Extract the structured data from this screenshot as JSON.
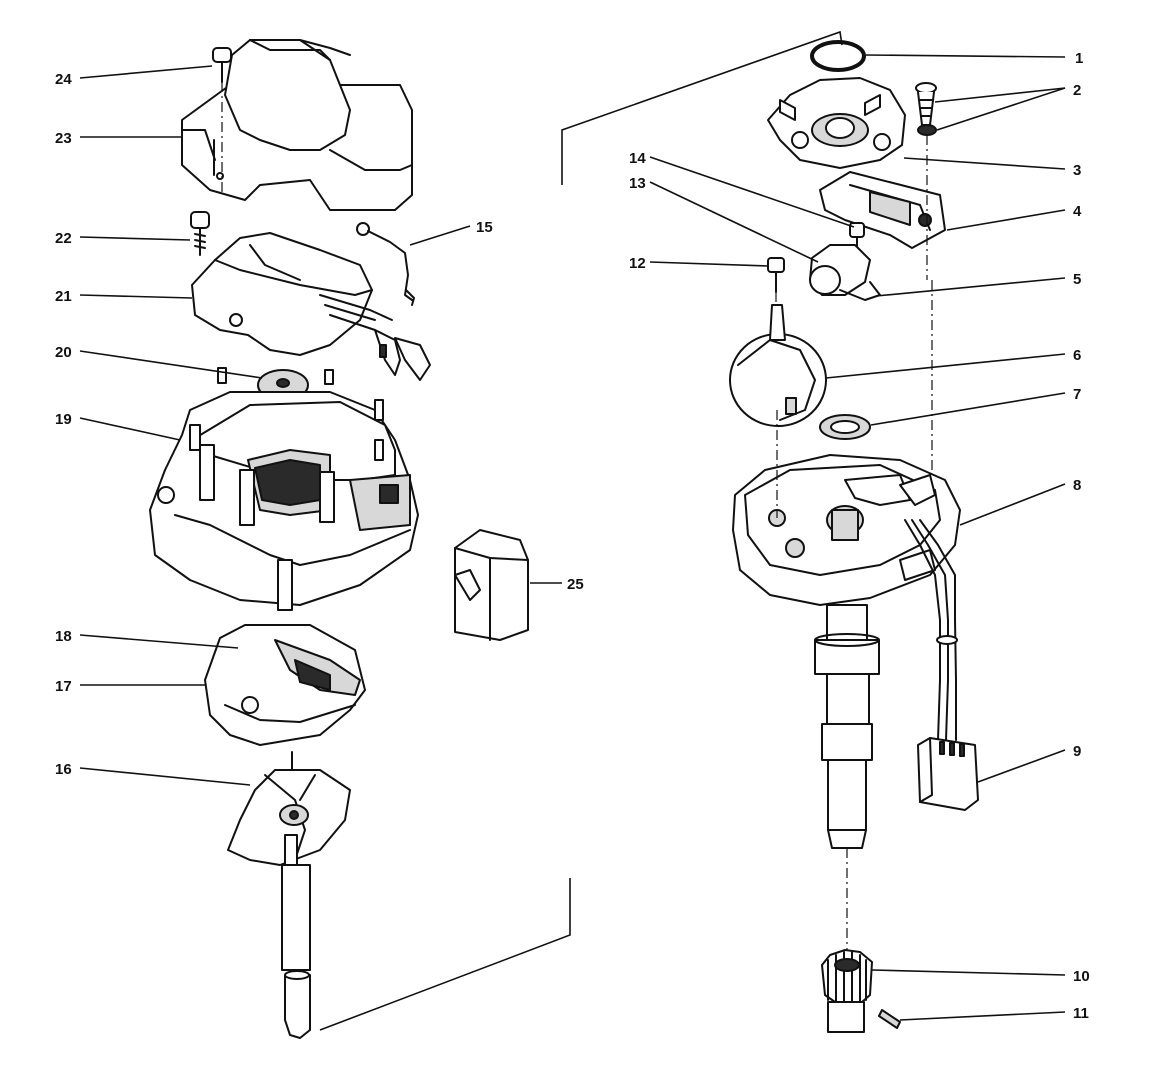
{
  "callouts": [
    {
      "id": "c1",
      "label": "1"
    },
    {
      "id": "c2",
      "label": "2"
    },
    {
      "id": "c3",
      "label": "3"
    },
    {
      "id": "c4",
      "label": "4"
    },
    {
      "id": "c5",
      "label": "5"
    },
    {
      "id": "c6",
      "label": "6"
    },
    {
      "id": "c7",
      "label": "7"
    },
    {
      "id": "c8",
      "label": "8"
    },
    {
      "id": "c9",
      "label": "9"
    },
    {
      "id": "c10",
      "label": "10"
    },
    {
      "id": "c11",
      "label": "11"
    },
    {
      "id": "c12",
      "label": "12"
    },
    {
      "id": "c13",
      "label": "13"
    },
    {
      "id": "c14",
      "label": "14"
    },
    {
      "id": "c15",
      "label": "15"
    },
    {
      "id": "c16",
      "label": "16"
    },
    {
      "id": "c17",
      "label": "17"
    },
    {
      "id": "c18",
      "label": "18"
    },
    {
      "id": "c19",
      "label": "19"
    },
    {
      "id": "c20",
      "label": "20"
    },
    {
      "id": "c21",
      "label": "21"
    },
    {
      "id": "c22",
      "label": "22"
    },
    {
      "id": "c23",
      "label": "23"
    },
    {
      "id": "c24",
      "label": "24"
    },
    {
      "id": "c25",
      "label": "25"
    }
  ],
  "colors": {
    "ink": "#111111",
    "paper": "#ffffff"
  }
}
